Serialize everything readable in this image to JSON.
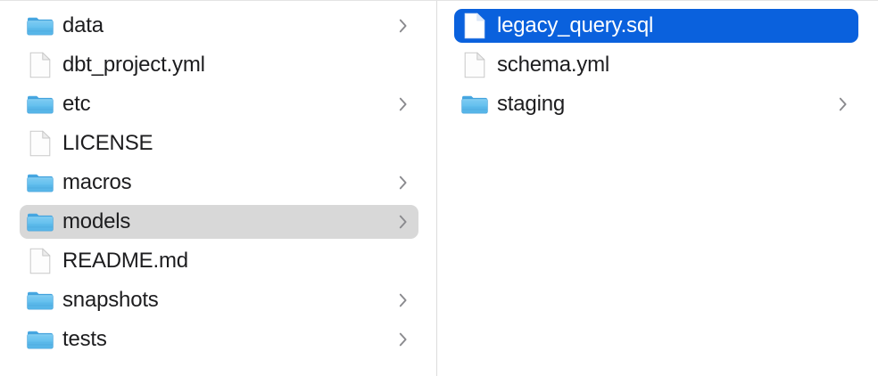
{
  "window": {
    "view_mode": "column-view",
    "background_color": "#ffffff",
    "divider_color": "#dcdcdc",
    "selection_active_color": "#0a61dd",
    "selection_inactive_color": "#d8d8d8",
    "text_color": "#1d1d1f",
    "selected_text_color": "#ffffff",
    "chevron_color": "#8a8a8e"
  },
  "columns": [
    {
      "name": "parent-column",
      "items": [
        {
          "label": "data",
          "kind": "folder",
          "icon": "folder-icon",
          "chevron": true,
          "selected": false,
          "selection_style": "none"
        },
        {
          "label": "dbt_project.yml",
          "kind": "file",
          "icon": "document-icon",
          "chevron": false,
          "selected": false,
          "selection_style": "none"
        },
        {
          "label": "etc",
          "kind": "folder",
          "icon": "folder-icon",
          "chevron": true,
          "selected": false,
          "selection_style": "none"
        },
        {
          "label": "LICENSE",
          "kind": "file",
          "icon": "document-icon",
          "chevron": false,
          "selected": false,
          "selection_style": "none"
        },
        {
          "label": "macros",
          "kind": "folder",
          "icon": "folder-icon",
          "chevron": true,
          "selected": false,
          "selection_style": "none"
        },
        {
          "label": "models",
          "kind": "folder",
          "icon": "folder-icon",
          "chevron": true,
          "selected": true,
          "selection_style": "gray"
        },
        {
          "label": "README.md",
          "kind": "file",
          "icon": "document-icon",
          "chevron": false,
          "selected": false,
          "selection_style": "none"
        },
        {
          "label": "snapshots",
          "kind": "folder",
          "icon": "folder-icon",
          "chevron": true,
          "selected": false,
          "selection_style": "none"
        },
        {
          "label": "tests",
          "kind": "folder",
          "icon": "folder-icon",
          "chevron": true,
          "selected": false,
          "selection_style": "none"
        }
      ]
    },
    {
      "name": "child-column",
      "items": [
        {
          "label": "legacy_query.sql",
          "kind": "file",
          "icon": "document-icon",
          "chevron": false,
          "selected": true,
          "selection_style": "blue"
        },
        {
          "label": "schema.yml",
          "kind": "file",
          "icon": "document-icon",
          "chevron": false,
          "selected": false,
          "selection_style": "none"
        },
        {
          "label": "staging",
          "kind": "folder",
          "icon": "folder-icon",
          "chevron": true,
          "selected": false,
          "selection_style": "none"
        }
      ]
    }
  ]
}
